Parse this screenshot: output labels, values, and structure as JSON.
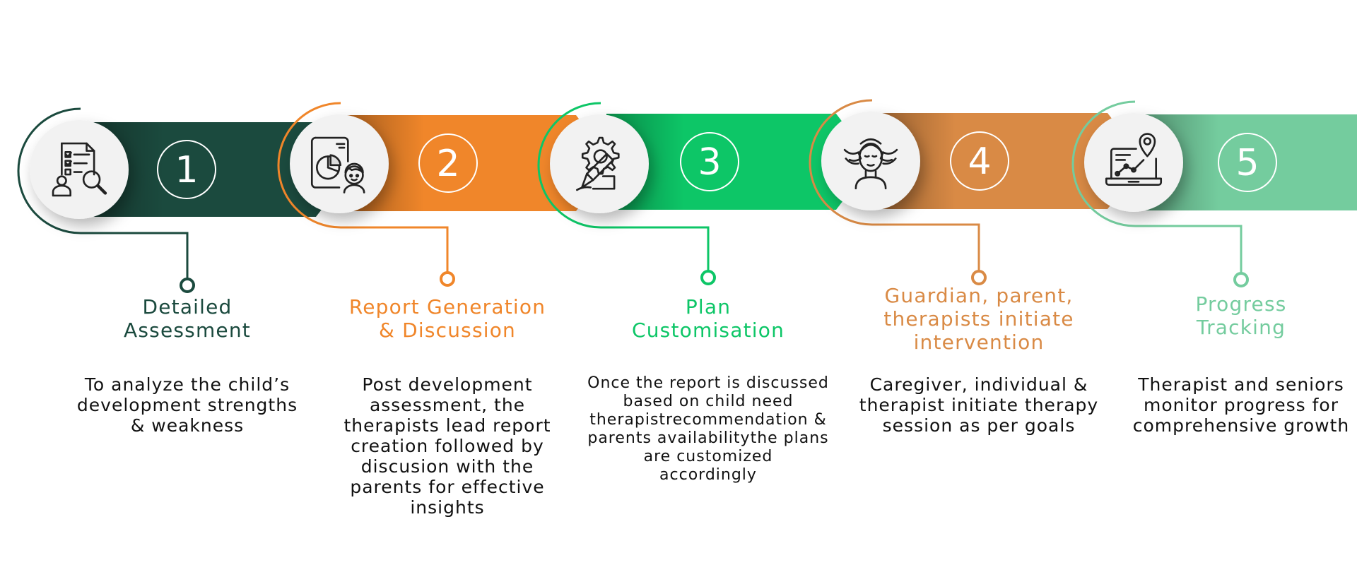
{
  "steps": [
    {
      "number": "1",
      "title": "Detailed\nAssessment",
      "description": "To analyze the child’s\ndevelopment strengths\n& weakness",
      "color": "#1b4a3e",
      "icon": "assessment-checklist-icon"
    },
    {
      "number": "2",
      "title": "Report Generation\n& Discussion",
      "description": "Post development\nassessment, the\ntherapists lead report\ncreation followed by\ndiscusion with the\nparents for effective\ninsights",
      "color": "#f0862a",
      "icon": "report-chart-person-icon"
    },
    {
      "number": "3",
      "title": "Plan\nCustomisation",
      "description": "Once the report is discussed\nbased on child need\ntherapistrecommendation &\nparents availabilitythe plans\nare customized\naccordingly",
      "color": "#0dc667",
      "icon": "gear-pencil-icon"
    },
    {
      "number": "4",
      "title": "Guardian, parent,\ntherapists initiate\nintervention",
      "description": "Caregiver, individual &\ntherapist initiate therapy\nsession as per goals",
      "color": "#d98a45",
      "icon": "face-massage-icon"
    },
    {
      "number": "5",
      "title": "Progress\nTracking",
      "description": "Therapist and seniors\nmonitor progress for\ncomprehensive growth",
      "color": "#74cc9e",
      "icon": "laptop-progress-icon"
    }
  ]
}
